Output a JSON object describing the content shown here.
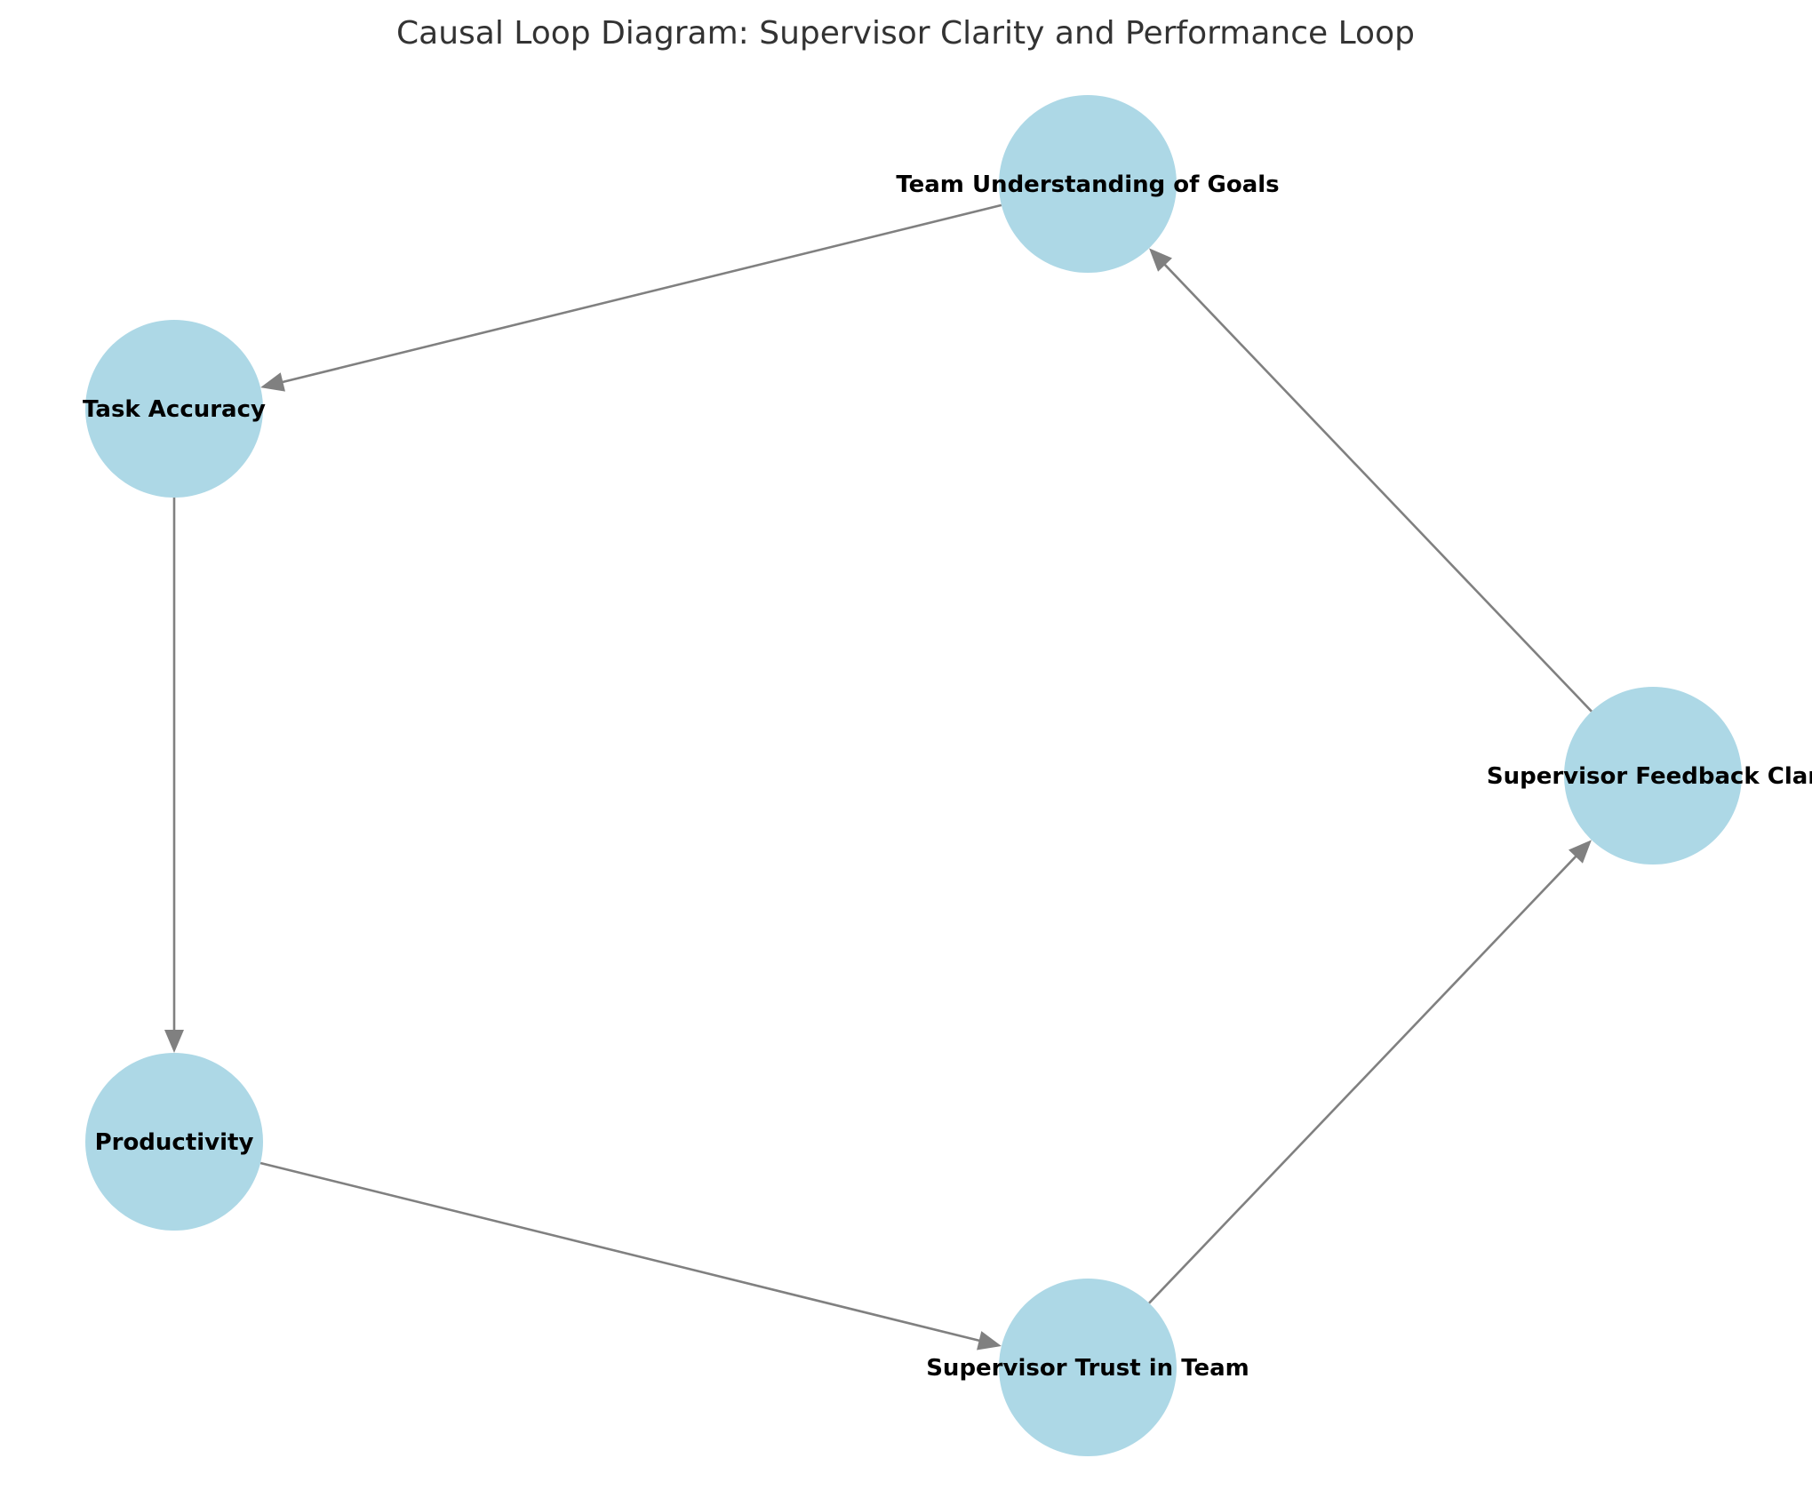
{
  "title": "Causal Loop Diagram: Supervisor Clarity and Performance Loop",
  "colors": {
    "node_fill": "#ADD8E6",
    "edge": "#808080",
    "label": "#000000",
    "title": "#333333"
  },
  "nodes": [
    {
      "id": "team_understanding",
      "label": "Team Understanding of Goals"
    },
    {
      "id": "task_accuracy",
      "label": "Task Accuracy"
    },
    {
      "id": "productivity",
      "label": "Productivity"
    },
    {
      "id": "supervisor_trust",
      "label": "Supervisor Trust in Team"
    },
    {
      "id": "supervisor_feedback",
      "label": "Supervisor Feedback Clar"
    }
  ],
  "edges": [
    {
      "from": "team_understanding",
      "to": "task_accuracy"
    },
    {
      "from": "task_accuracy",
      "to": "productivity"
    },
    {
      "from": "productivity",
      "to": "supervisor_trust"
    },
    {
      "from": "supervisor_trust",
      "to": "supervisor_feedback"
    },
    {
      "from": "supervisor_feedback",
      "to": "team_understanding"
    }
  ]
}
